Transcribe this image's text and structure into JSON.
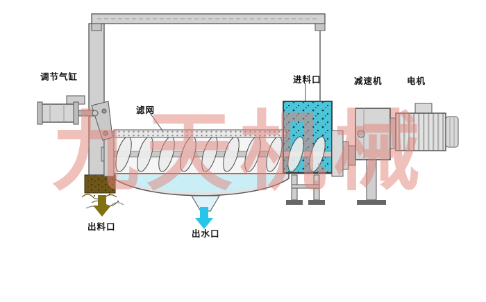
{
  "watermark": "九天机械",
  "labels": {
    "cylinder": "调节气缸",
    "screen": "滤网",
    "inlet": "进料口",
    "reducer": "减速机",
    "motor": "电机",
    "discharge": "出料口",
    "water_outlet": "出水口"
  },
  "colors": {
    "watermark": "#e2837a",
    "hopper": "#4cc5da",
    "tray_water": "#c9eef6",
    "material": "#6e5619",
    "material_arrow": "#827016",
    "water_arrow": "#27c5ea"
  }
}
